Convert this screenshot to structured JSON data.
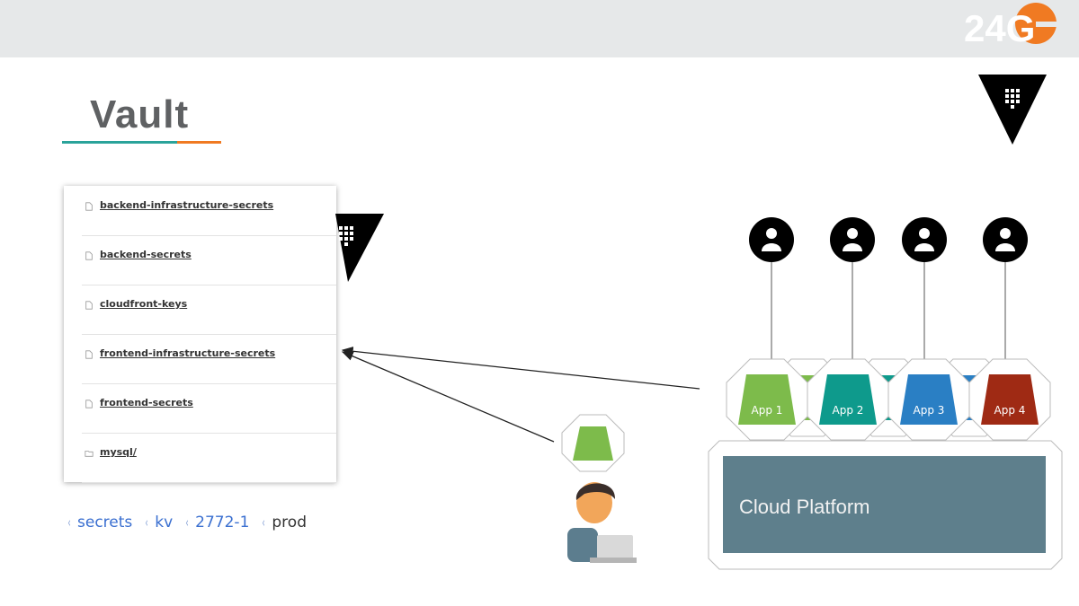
{
  "header": {
    "logo_text": "24G",
    "title": "Vault"
  },
  "colors": {
    "accent_teal": "#2aa39a",
    "accent_orange": "#f07a22",
    "app1": "#7dbb4b",
    "app2": "#0e9a8c",
    "app3": "#2a7fc4",
    "app4": "#9f2a14",
    "cloud_platform": "#5e7f8c"
  },
  "secrets_panel": {
    "items": [
      {
        "icon": "file-icon",
        "label": "backend-infrastructure-secrets"
      },
      {
        "icon": "file-icon",
        "label": "backend-secrets"
      },
      {
        "icon": "file-icon",
        "label": "cloudfront-keys"
      },
      {
        "icon": "file-icon",
        "label": "frontend-infrastructure-secrets"
      },
      {
        "icon": "file-icon",
        "label": "frontend-secrets"
      },
      {
        "icon": "folder-icon",
        "label": "mysql/"
      }
    ]
  },
  "breadcrumb": [
    "secrets",
    "kv",
    "2772-1",
    "prod"
  ],
  "diagram": {
    "apps": [
      "App 1",
      "App 2",
      "App 3",
      "App 4"
    ],
    "cloud_platform_label": "Cloud Platform"
  }
}
